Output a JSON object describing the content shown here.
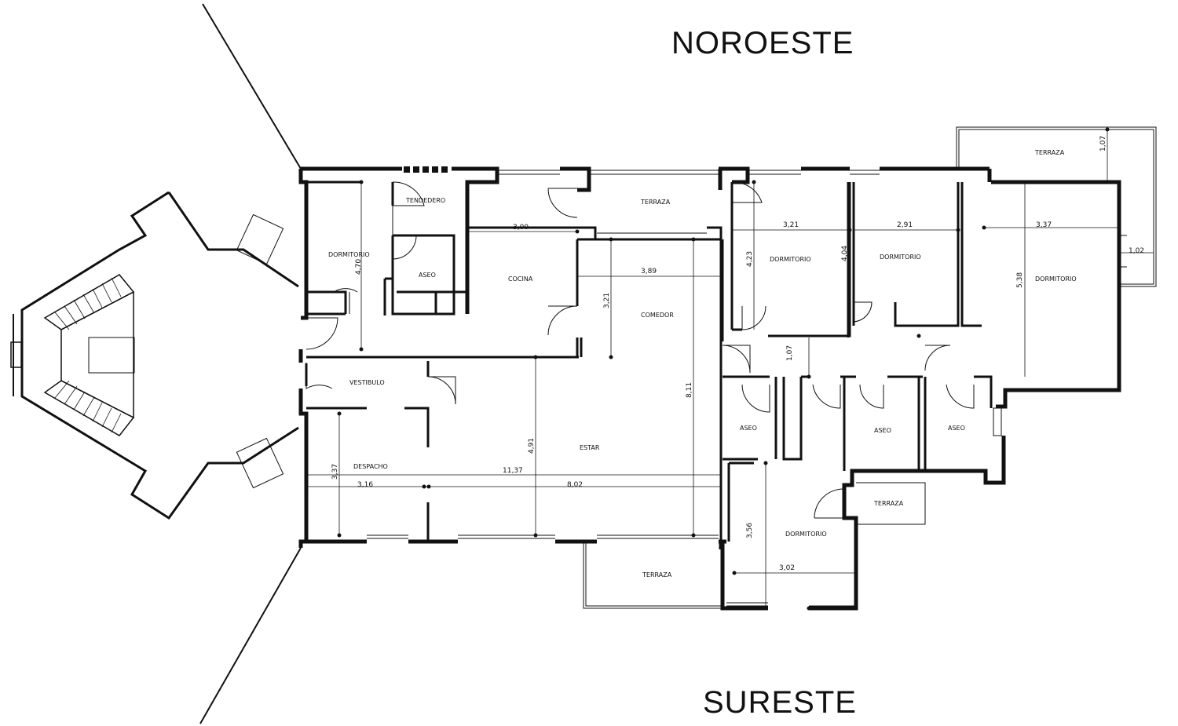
{
  "orientation": {
    "north": "NOROESTE",
    "south": "SURESTE"
  },
  "rooms": {
    "tendedero": "TENDEDERO",
    "aseo_1": "ASEO",
    "dormitorio_1": "DORMITORIO",
    "cocina": "COCINA",
    "terraza_1": "TERRAZA",
    "comedor": "COMEDOR",
    "dormitorio_2": "DORMITORIO",
    "dormitorio_3": "DORMITORIO",
    "terraza_2": "TERRAZA",
    "dormitorio_4": "DORMITORIO",
    "vestibulo": "VESTIBULO",
    "despacho": "DESPACHO",
    "estar": "ESTAR",
    "aseo_2": "ASEO",
    "aseo_3": "ASEO",
    "aseo_4": "ASEO",
    "terraza_3": "TERRAZA",
    "dormitorio_5": "DORMITORIO",
    "terraza_4": "TERRAZA"
  },
  "dimensions": {
    "d_4_70": "4,70",
    "d_3_00": "3,00",
    "d_3_89": "3,89",
    "d_3_21_a": "3,21",
    "d_8_11": "8,11",
    "d_4_91": "4,91",
    "d_11_37": "11,37",
    "d_3_16": "3,16",
    "d_8_02": "8,02",
    "d_3_37_a": "3,37",
    "d_4_23": "4,23",
    "d_3_21_b": "3,21",
    "d_4_04": "4,04",
    "d_2_91": "2,91",
    "d_3_37_b": "3,37",
    "d_5_38": "5,38",
    "d_1_07_a": "1,07",
    "d_1_02": "1,02",
    "d_1_07_b": "1,07",
    "d_3_56": "3,56",
    "d_3_02": "3,02"
  }
}
